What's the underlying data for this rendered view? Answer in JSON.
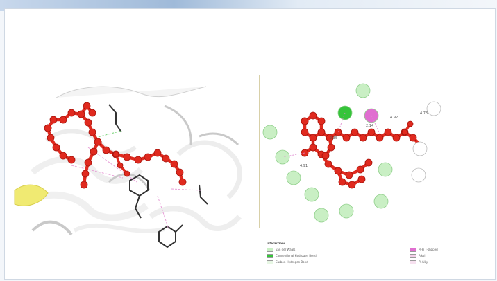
{
  "legend": {
    "title": "Interactions",
    "items": [
      {
        "label": "van der Waals",
        "color": "#c9efc4"
      },
      {
        "label": "Conventional Hydrogen Bond",
        "color": "#35c43a"
      },
      {
        "label": "Carbon Hydrogen Bond",
        "color": "#e7f7e4"
      },
      {
        "label": "Pi-Pi T-shaped",
        "color": "#e06fd0"
      },
      {
        "label": "Alkyl",
        "color": "#f3cfe8"
      },
      {
        "label": "Pi-Alkyl",
        "color": "#f7e1f0"
      }
    ]
  },
  "distances": [
    "4.92",
    "2.14",
    "2.35",
    "4.91",
    "4.73"
  ],
  "colors": {
    "ligand": "#e02a1f",
    "ribbon": "#f2f2f2",
    "helix_yellow": "#f0ea72",
    "vdw": "#c9efc4",
    "hbond": "#35c43a",
    "pi": "#e06fd0"
  }
}
